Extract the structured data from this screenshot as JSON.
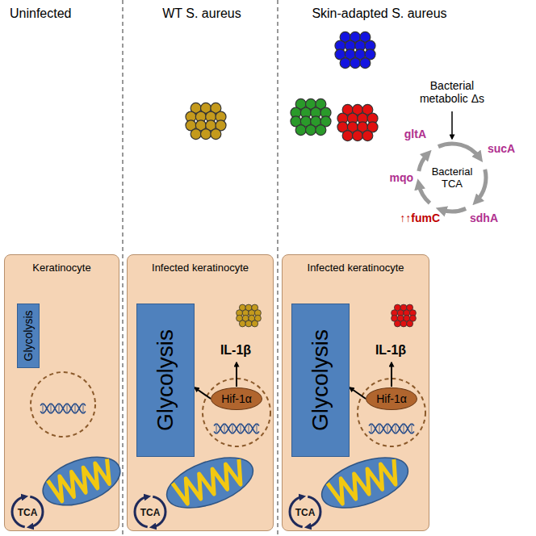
{
  "diagram": {
    "nodes": [
      {
        "text": [
          "Keratinocyte"
        ]
      },
      {
        "text": [
          "Glycolysis"
        ],
        "in": 0
      },
      {
        "text": [
          "TCA"
        ],
        "in": 0
      },
      {
        "text": [
          "Infected keratinocyte"
        ]
      },
      {
        "text": [
          "Glycolysis"
        ],
        "in": 3
      },
      {
        "text": [
          "Hif-1α"
        ],
        "in": 3
      },
      {
        "text": [
          "TCA"
        ],
        "in": 3
      },
      {
        "text": [
          "Infected keratinocyte"
        ]
      },
      {
        "text": [
          "Glycolysis"
        ],
        "in": 7
      },
      {
        "text": [
          "Hif-1α"
        ],
        "in": 7
      },
      {
        "text": [
          "TCA"
        ],
        "in": 7
      },
      {
        "text": [
          "Bacterial TCA"
        ]
      }
    ],
    "edges": [
      {
        "from": 5,
        "to": 4,
        "arrow": "to"
      },
      {
        "from": 9,
        "to": 8,
        "arrow": "to"
      }
    ],
    "labels": [
      "Uninfected",
      "WT S. aureus",
      "Skin-adapted S. aureus",
      "IL-1β",
      "IL-1β",
      "Bacterial metabolic Δs",
      "gltA",
      "sucA",
      "sdhA",
      "↑↑fumC",
      "mqo"
    ]
  }
}
